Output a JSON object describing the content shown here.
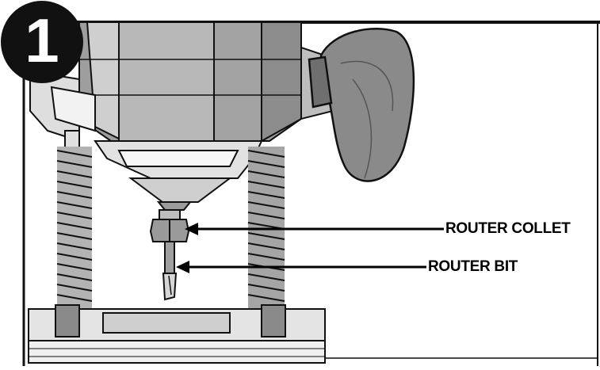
{
  "step": {
    "number": "1"
  },
  "callouts": [
    {
      "id": "collet",
      "label": "ROUTER COLLET"
    },
    {
      "id": "bit",
      "label": "ROUTER BIT"
    }
  ],
  "colors": {
    "outline": "#111111",
    "metal_light": "#d9d9d9",
    "metal_mid": "#a9a9a9",
    "metal_dark": "#6f6f6f",
    "knob": "#8a8a8a",
    "base_plate": "#e6e6e6",
    "badge": "#111111"
  },
  "icons": [
    "router-illustration",
    "spring-icon",
    "knob-icon"
  ]
}
